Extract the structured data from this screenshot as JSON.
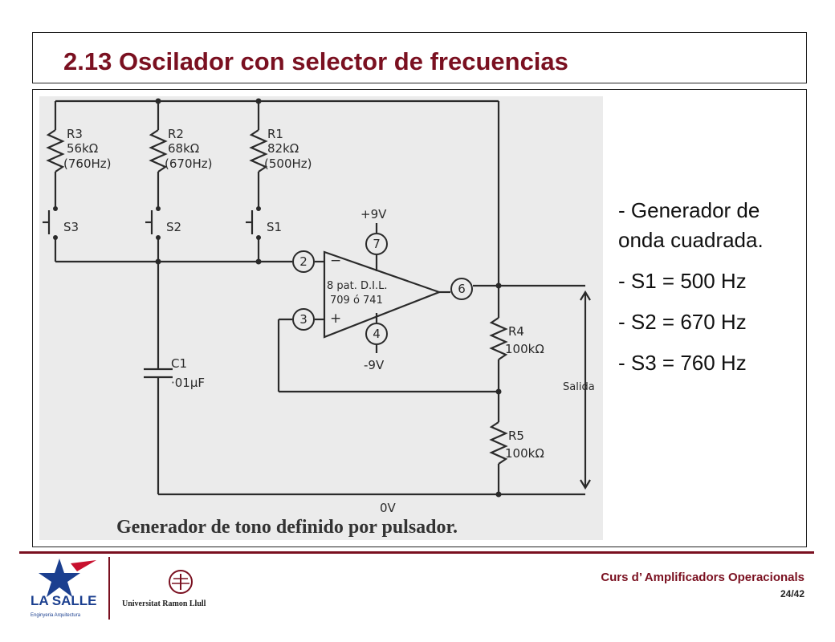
{
  "slide": {
    "title": "2.13 Oscilador con selector de frecuencias",
    "bullets": [
      "- Generador de onda cuadrada.",
      "- S1 = 500 Hz",
      "- S2 = 670 Hz",
      "- S3 = 760 Hz"
    ]
  },
  "schematic": {
    "resistors": [
      {
        "name": "R3",
        "value": "56kΩ",
        "freq": "(760Hz)"
      },
      {
        "name": "R2",
        "value": "68kΩ",
        "freq": "(670Hz)"
      },
      {
        "name": "R1",
        "value": "82kΩ",
        "freq": "(500Hz)"
      }
    ],
    "switches": [
      "S3",
      "S2",
      "S1"
    ],
    "opamp": {
      "line1": "8 pat. D.I.L.",
      "line2": "709 ó 741",
      "minus": "−",
      "plus": "+"
    },
    "pins": [
      "2",
      "3",
      "4",
      "6",
      "7"
    ],
    "supply_pos": "+9V",
    "supply_neg": "-9V",
    "r4": {
      "name": "R4",
      "value": "100kΩ"
    },
    "r5": {
      "name": "R5",
      "value": "100kΩ"
    },
    "c1": {
      "name": "C1",
      "value": "·01µF"
    },
    "ground": "0V",
    "output_label": "Salida",
    "caption": "Generador de tono definido por pulsador."
  },
  "footer": {
    "course": "Curs d’ Amplificadors Operacionals",
    "page": "24/42",
    "logo_text": "LA SALLE",
    "logo_sub": "Enginyeria Arquitectura",
    "university": "Universitat Ramon Llull"
  },
  "colors": {
    "accent": "#7a1020",
    "ink": "#222222"
  }
}
